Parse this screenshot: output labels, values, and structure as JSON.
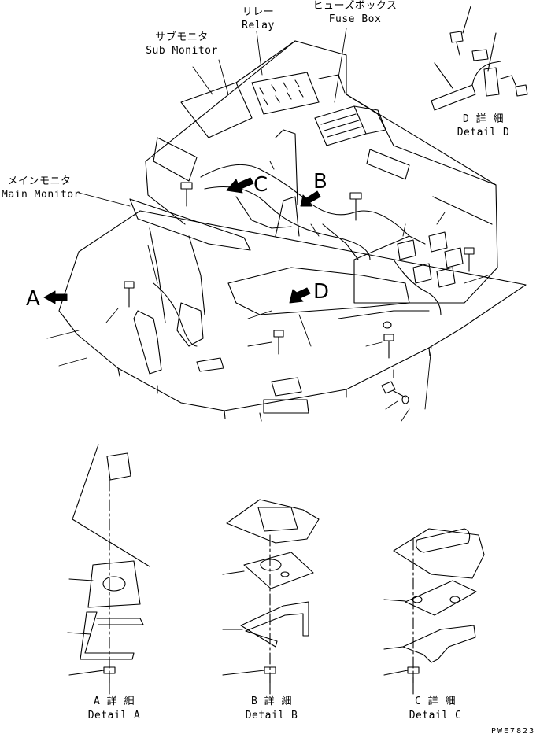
{
  "callouts": {
    "relay_jp": "リレー",
    "relay_en": "Relay",
    "fuse_box_jp": "ヒューズボックス",
    "fuse_box_en": "Fuse Box",
    "sub_monitor_jp": "サブモニタ",
    "sub_monitor_en": "Sub Monitor",
    "main_monitor_jp": "メインモニタ",
    "main_monitor_en": "Main Monitor"
  },
  "view_letters": {
    "a": "A",
    "b": "B",
    "c": "C",
    "d": "D"
  },
  "details": {
    "d_jp": "D 詳 細",
    "d_en": "Detail D",
    "a_jp": "A 詳 細",
    "a_en": "Detail A",
    "b_jp": "B 詳 細",
    "b_en": "Detail B",
    "c_jp": "C 詳 細",
    "c_en": "Detail C"
  },
  "drawing_code": "PWE7823"
}
